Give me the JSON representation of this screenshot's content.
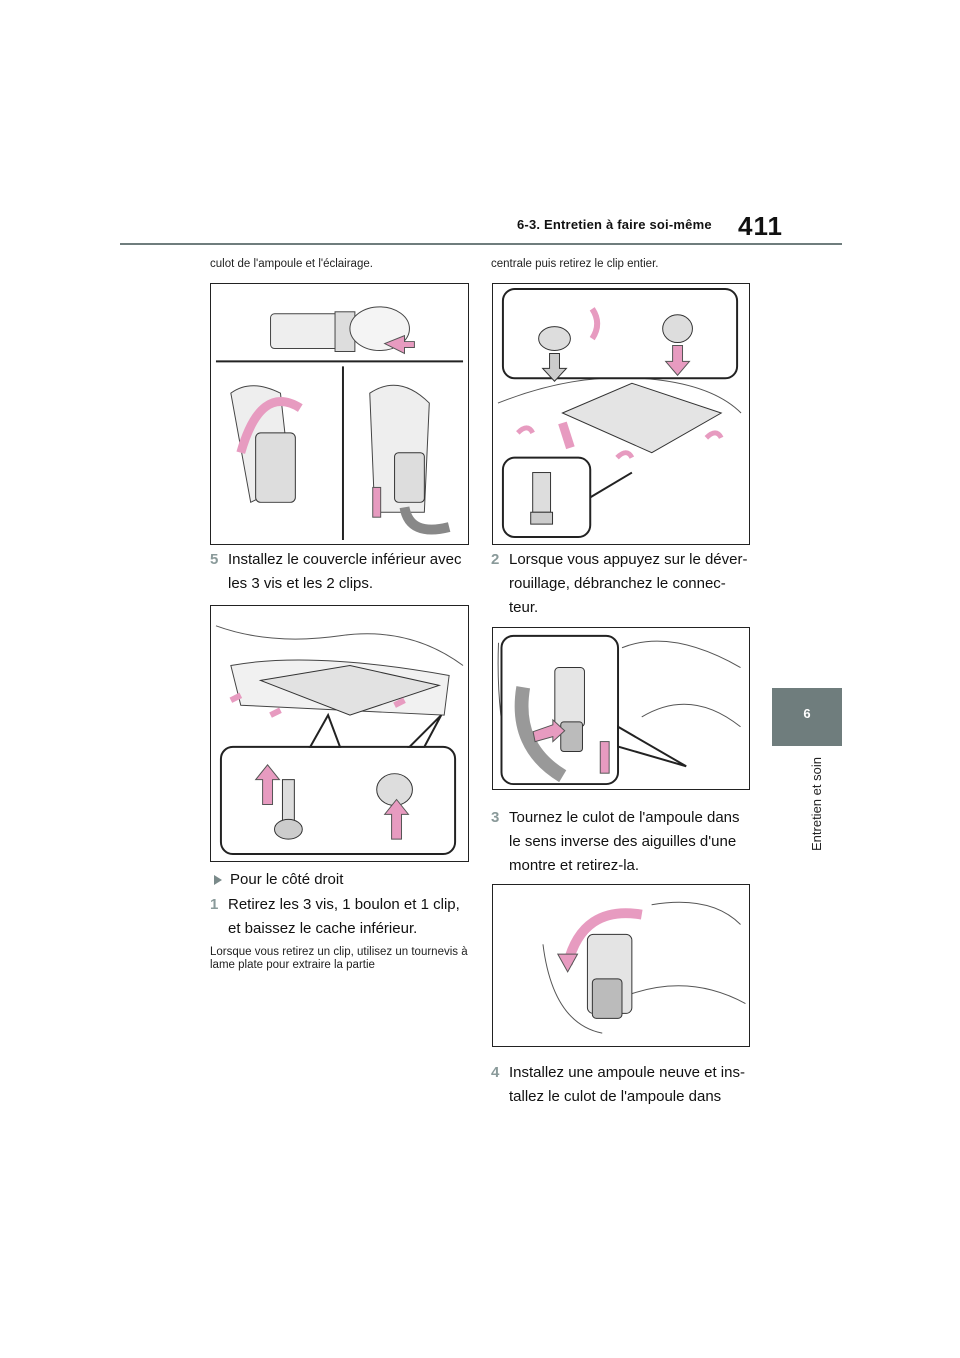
{
  "header": {
    "section": "6-3. Entretien à faire soi-même",
    "page_number": "411"
  },
  "side_tab": {
    "number": "6",
    "label": "Entretien et soin"
  },
  "left": {
    "intro": "culot de l'ampoule et l'éclairage.",
    "step5": {
      "num": "5",
      "text": "Installez le couvercle inférieur avec les 3 vis et les 2 clips."
    },
    "bullet": "Pour le côté droit",
    "step1": {
      "num": "1",
      "text": "Retirez les 3 vis, 1 boulon et 1 clip, et baissez le cache inférieur."
    },
    "note": "Lorsque vous retirez un clip, utilisez un tournevis à lame plate pour extraire la partie"
  },
  "right": {
    "intro": "centrale puis retirez le clip entier.",
    "step2": {
      "num": "2",
      "text": "Lorsque vous appuyez sur le déver-rouillage, débranchez le connec-teur."
    },
    "step3": {
      "num": "3",
      "text": "Tournez le culot de l'ampoule dans le sens inverse des aiguilles d'une montre et retirez-la."
    },
    "step4": {
      "num": "4",
      "text": "Installez une ampoule neuve et ins-tallez le culot de l'ampoule dans"
    }
  },
  "colors": {
    "accent_gray": "#6f7d7d",
    "arrow_pink": "#e79bc0",
    "line": "#222222"
  }
}
